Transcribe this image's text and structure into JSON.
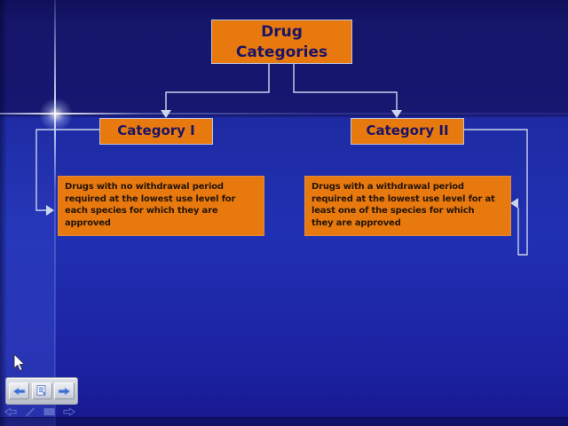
{
  "slide": {
    "title": "Drug\nCategories",
    "categories": [
      {
        "label": "Category I",
        "description": "Drugs with no withdrawal period\nrequired at the lowest use level for\neach species for which they are\napproved"
      },
      {
        "label": "Category II",
        "description": "Drugs with a withdrawal period\nrequired at the lowest use level for at\nleast one of the species for which\nthey are approved"
      }
    ]
  },
  "toolbar": {
    "buttons": [
      {
        "icon": "left-arrow-icon"
      },
      {
        "icon": "document-down-arrow-icon"
      },
      {
        "icon": "right-arrow-icon"
      }
    ]
  },
  "presenter_controls": [
    {
      "icon": "left-arrow-icon"
    },
    {
      "icon": "pen-icon"
    },
    {
      "icon": "screen-icon"
    },
    {
      "icon": "right-arrow-icon"
    }
  ],
  "colors": {
    "box_fill": "#E8790F",
    "box_border": "#BCC3D8",
    "title_text": "#1B1464",
    "desc_text": "#261507",
    "connector": "#CCD4EC",
    "arrow_blue": "#3B6FD6"
  }
}
